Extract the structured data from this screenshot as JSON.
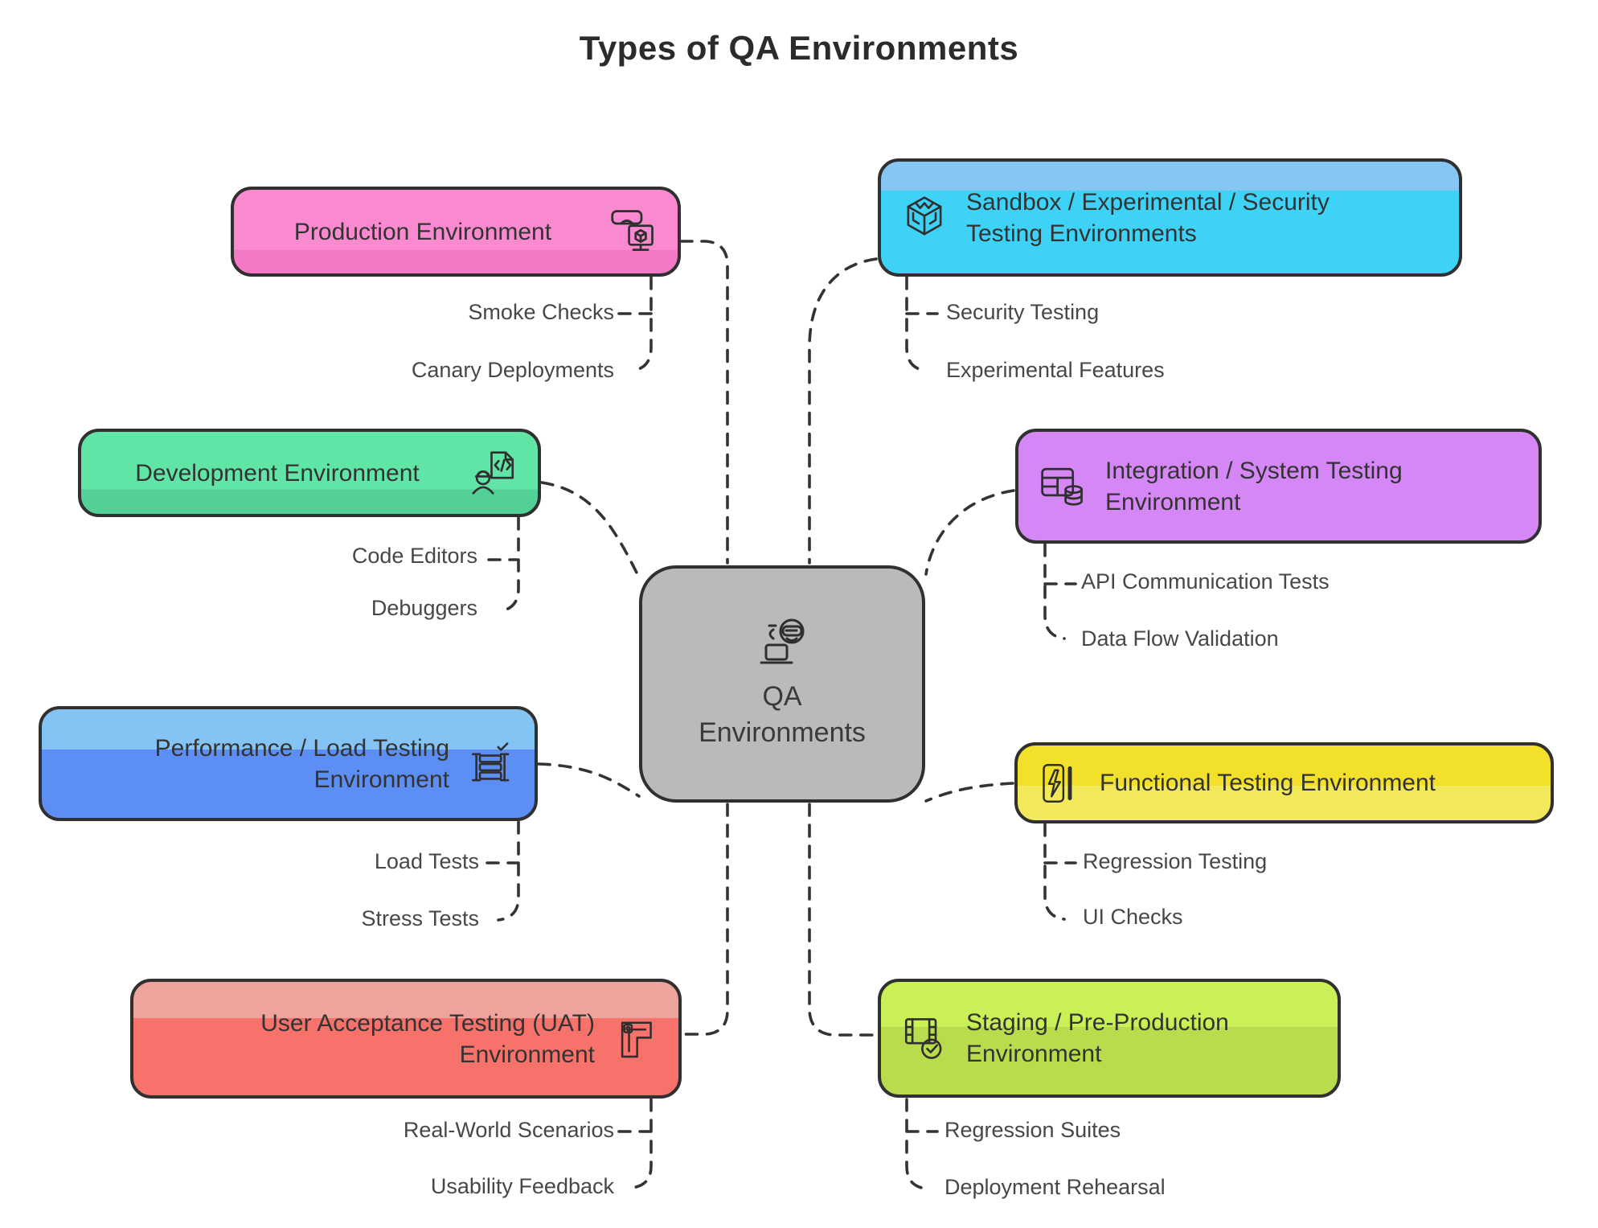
{
  "title": "Types of QA Environments",
  "center": {
    "line1": "QA",
    "line2": "Environments",
    "color": "#bababa"
  },
  "nodes": {
    "production": {
      "label": "Production Environment",
      "color": "#f98ad0",
      "items": [
        "Smoke Checks",
        "Canary Deployments"
      ]
    },
    "development": {
      "label": "Development Environment",
      "color": "#61e5a7",
      "items": [
        "Code Editors",
        "Debuggers"
      ]
    },
    "performance": {
      "line1": "Performance / Load Testing",
      "line2": "Environment",
      "color_top": "#84c4f4",
      "color": "#5c8ef3",
      "items": [
        "Load Tests",
        "Stress Tests"
      ]
    },
    "uat": {
      "line1": "User Acceptance Testing (UAT)",
      "line2": "Environment",
      "color_top": "#eea39c",
      "color": "#f7726b",
      "items": [
        "Real-World Scenarios",
        "Usability Feedback"
      ]
    },
    "sandbox": {
      "line1": "Sandbox / Experimental / Security",
      "line2": "Testing Environments",
      "color_top": "#85c6f3",
      "color": "#3fd2f7",
      "items": [
        "Security Testing",
        "Experimental Features"
      ]
    },
    "integration": {
      "line1": "Integration / System Testing",
      "line2": "Environment",
      "color": "#d687f6",
      "items": [
        "API Communication Tests",
        "Data Flow Validation"
      ]
    },
    "functional": {
      "label": "Functional Testing Environment",
      "color": "#f3e02b",
      "color_bottom": "#f1e85a",
      "items": [
        "Regression Testing",
        "UI Checks"
      ]
    },
    "staging": {
      "line1": "Staging / Pre-Production",
      "line2": "Environment",
      "color": "#c9f056",
      "color_bottom": "#b9dc4c",
      "items": [
        "Regression Suites",
        "Deployment Rehearsal"
      ]
    }
  },
  "connector_color": "#333333",
  "border_color": "#303030"
}
